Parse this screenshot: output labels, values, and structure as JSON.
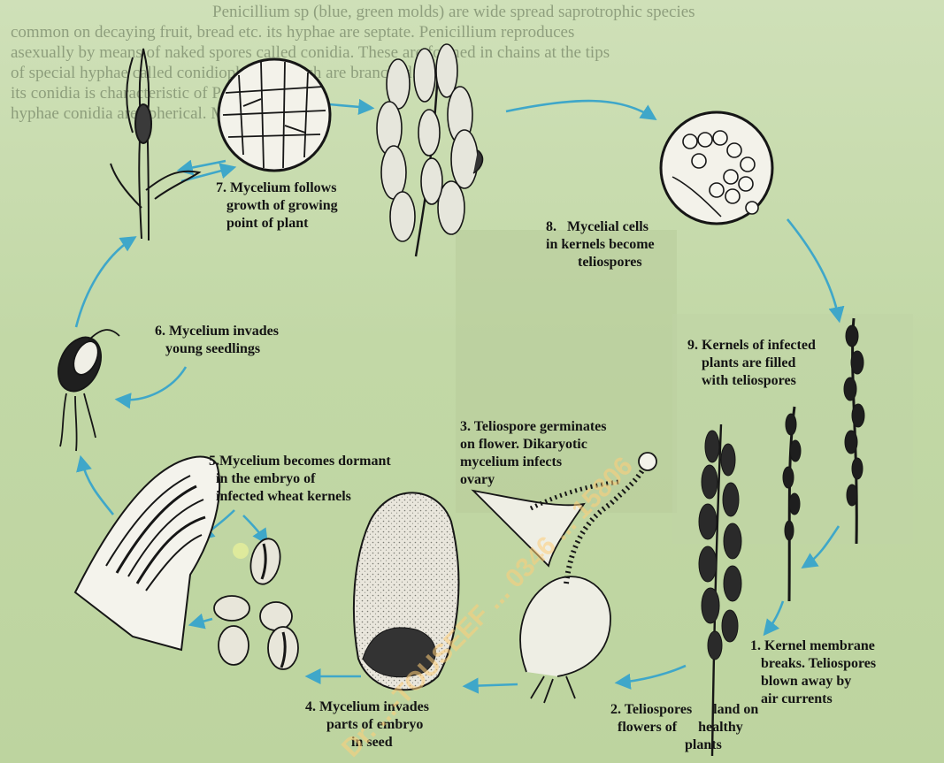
{
  "background_text": [
    "Penicillium sp (blue, green molds) are wide spread saprotrophic species",
    "common on decaying fruit, bread etc. its hyphae are septate. Penicillium reproduces",
    "asexually by means of naked spores called conidia. These are formed in chains at the tips",
    "of special hyphae called conidiophores, which are branched. The",
    "its conidia is characteristic of Penicillium",
    "hyphae conidia are spherical. Mature conidia"
  ],
  "stage_labels": {
    "step1": "1. Kernel membrane\n   breaks. Teliospores\n   blown away by\n   air currents",
    "step2": "2. Teliospores      land on\n  flowers of      healthy\n                     plants",
    "step3": "3. Teliospore germinates\non flower. Dikaryotic\nmycelium infects\novary",
    "step4": "4. Mycelium invades\n      parts of embryo\n             in seed",
    "step5": "5.Mycelium becomes dormant\n  in the embryo of\n  infected wheat kernels",
    "step6": "6. Mycelium invades\n   young seedlings",
    "step7": "7. Mycelium follows\n   growth of growing\n   point of plant",
    "step8": "8.   Mycelial cells\nin kernels become\n         teliospores",
    "step9": "9. Kernels of infected\n    plants are filled\n    with teliospores"
  },
  "watermark": "Dr. ...-TOUSEEF ... 0346 ... 15806",
  "colors": {
    "arrow": "#3fa7c9",
    "background": "#c8dcae",
    "ink": "#161616"
  }
}
